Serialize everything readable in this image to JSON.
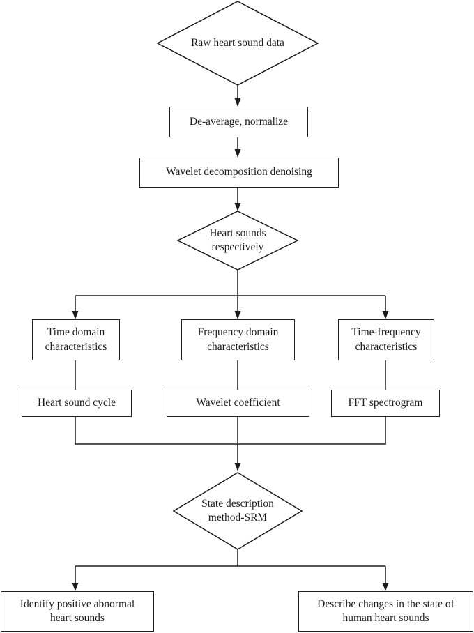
{
  "figure": {
    "type": "flowchart",
    "title": "Heart sound analysis flowchart",
    "background_color": "#ffffff",
    "line_color": "#1b1b1b",
    "text_color": "#1a1a1a"
  },
  "nodes": {
    "raw_data": {
      "label": "Raw heart sound data",
      "shape": "diamond"
    },
    "de_average": {
      "label": "De-average, normalize",
      "shape": "rect"
    },
    "wavelet_denoise": {
      "label": "Wavelet decomposition denoising",
      "shape": "rect"
    },
    "heart_sounds": {
      "label": "Heart sounds respectively",
      "shape": "diamond"
    },
    "time_domain": {
      "label": "Time domain characteristics",
      "shape": "rect"
    },
    "freq_domain": {
      "label": "Frequency domain characteristics",
      "shape": "rect"
    },
    "time_freq": {
      "label": "Time-frequency characteristics",
      "shape": "rect"
    },
    "heart_cycle": {
      "label": "Heart sound cycle",
      "shape": "rect"
    },
    "wavelet_coeff": {
      "label": "Wavelet coefficient",
      "shape": "rect"
    },
    "fft_spectrogram": {
      "label": "FFT spectrogram",
      "shape": "rect"
    },
    "srm": {
      "label": "State description method-SRM",
      "shape": "diamond"
    },
    "identify": {
      "label": "Identify positive abnormal heart sounds",
      "shape": "rect"
    },
    "describe": {
      "label": "Describe changes in the state of human heart sounds",
      "shape": "rect"
    }
  },
  "edges": [
    {
      "from": "raw_data",
      "to": "de_average",
      "arrow": true
    },
    {
      "from": "de_average",
      "to": "wavelet_denoise",
      "arrow": true
    },
    {
      "from": "wavelet_denoise",
      "to": "heart_sounds",
      "arrow": true
    },
    {
      "from": "heart_sounds",
      "to": "time_domain",
      "arrow": true
    },
    {
      "from": "heart_sounds",
      "to": "freq_domain",
      "arrow": true
    },
    {
      "from": "heart_sounds",
      "to": "time_freq",
      "arrow": true
    },
    {
      "from": "time_domain",
      "to": "heart_cycle",
      "arrow": false
    },
    {
      "from": "freq_domain",
      "to": "wavelet_coeff",
      "arrow": false
    },
    {
      "from": "time_freq",
      "to": "fft_spectrogram",
      "arrow": false
    },
    {
      "from": "heart_cycle",
      "to": "srm",
      "arrow": true
    },
    {
      "from": "wavelet_coeff",
      "to": "srm",
      "arrow": true
    },
    {
      "from": "fft_spectrogram",
      "to": "srm",
      "arrow": true
    },
    {
      "from": "srm",
      "to": "identify",
      "arrow": true
    },
    {
      "from": "srm",
      "to": "describe",
      "arrow": true
    }
  ]
}
